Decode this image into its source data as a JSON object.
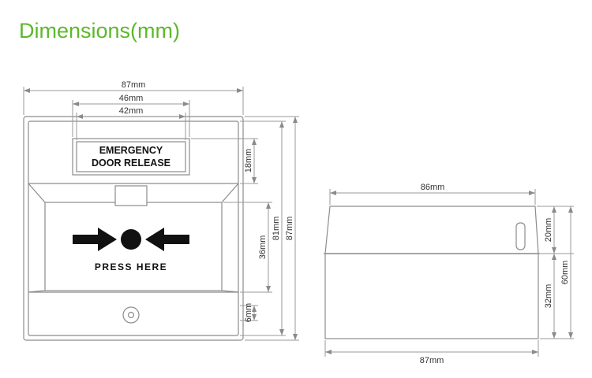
{
  "title": "Dimensions(mm)",
  "colors": {
    "accent": "#5cb82b",
    "outline": "#8c8c8c",
    "dimension_line": "#9a9a9a",
    "ink": "#111111"
  },
  "front_view": {
    "label_line1": "EMERGENCY",
    "label_line2": "DOOR RELEASE",
    "press_label": "PRESS HERE",
    "dims": {
      "top_width": "87mm",
      "label_outer_width": "46mm",
      "label_inner_width": "42mm",
      "label_height": "18mm",
      "panel_height": "36mm",
      "inner_height": "81mm",
      "outer_height": "87mm",
      "bottom_gap": "6mm"
    }
  },
  "side_view": {
    "dims": {
      "top_width": "86mm",
      "upper_depth": "20mm",
      "total_depth": "60mm",
      "lower_depth": "32mm",
      "bottom_width": "87mm"
    }
  }
}
